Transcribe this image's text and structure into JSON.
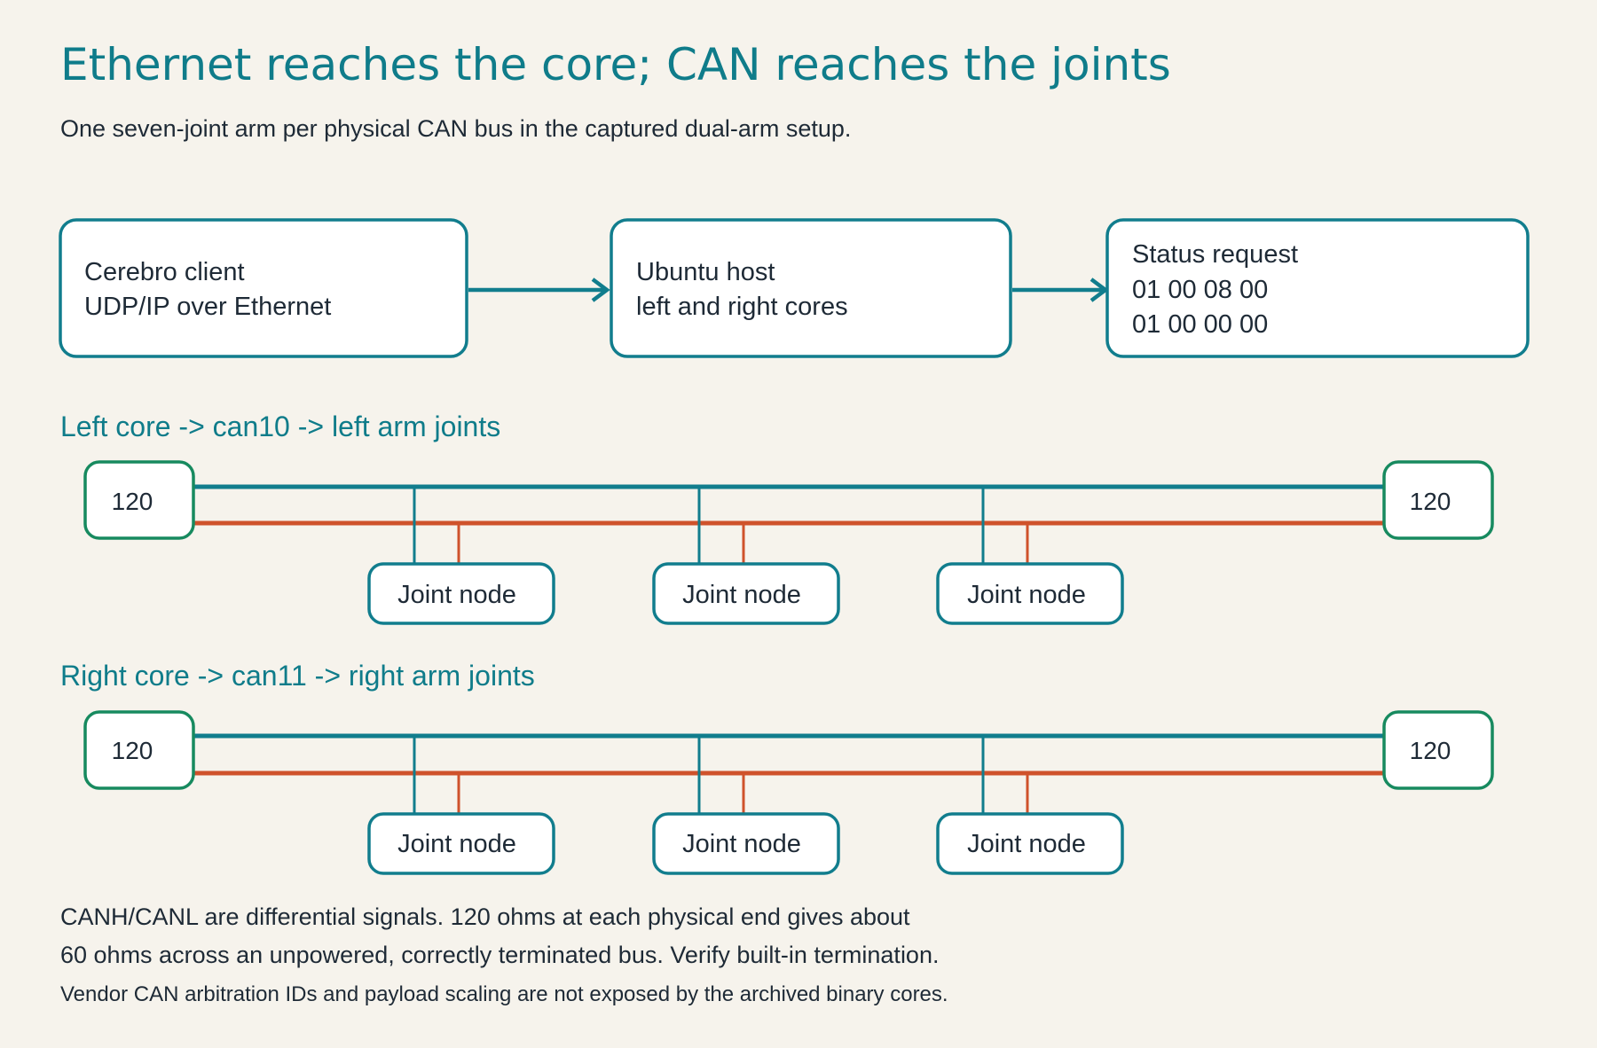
{
  "title": "Ethernet reaches the core; CAN reaches the joints",
  "subtitle": "One seven-joint arm per physical CAN bus in the captured dual-arm setup.",
  "flow": {
    "client": {
      "line1": "Cerebro client",
      "line2": "UDP/IP over Ethernet"
    },
    "host": {
      "line1": "Ubuntu host",
      "line2": "left and right cores"
    },
    "status": {
      "line1": "Status request",
      "line2": "01 00 08 00",
      "line3": "01 00 00 00"
    }
  },
  "buses": [
    {
      "label": "Left core -> can10 -> left arm joints",
      "term_left": "120",
      "term_right": "120",
      "nodes": [
        "Joint node",
        "Joint node",
        "Joint node"
      ]
    },
    {
      "label": "Right core -> can11 -> right arm joints",
      "term_left": "120",
      "term_right": "120",
      "nodes": [
        "Joint node",
        "Joint node",
        "Joint node"
      ]
    }
  ],
  "notes": {
    "line1": "CANH/CANL are differential signals. 120 ohms at each physical end gives about",
    "line2": "60 ohms across an unpowered, correctly terminated bus. Verify built-in termination.",
    "line3": "Vendor CAN arbitration IDs and payload scaling are not exposed by the archived binary cores."
  },
  "colors": {
    "accent": "#0f7c8a",
    "canh": "#117d8d",
    "canl": "#cf522b",
    "terminator": "#178a5f",
    "background": "#f6f3ec"
  }
}
